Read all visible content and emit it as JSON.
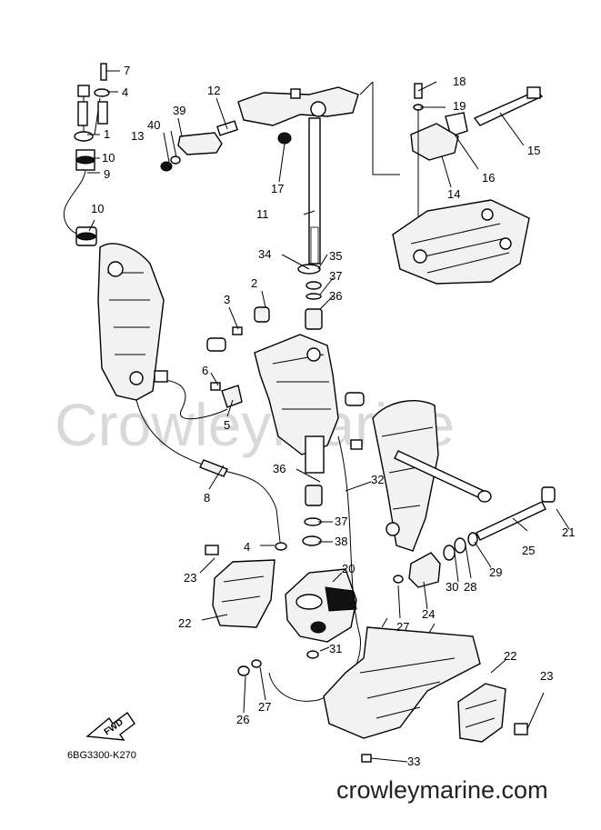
{
  "watermark": "CrowleyMarine",
  "footer_url": "crowleymarine.com",
  "diagram_code": "6BG3300-K270",
  "fwd_label": "FWD",
  "callouts": [
    "1",
    "2",
    "3",
    "4",
    "5",
    "6",
    "7",
    "8",
    "9",
    "10",
    "11",
    "12",
    "13",
    "14",
    "15",
    "16",
    "17",
    "18",
    "19",
    "20",
    "21",
    "22",
    "23",
    "24",
    "25",
    "26",
    "27",
    "28",
    "29",
    "30",
    "31",
    "32",
    "33",
    "34",
    "35",
    "36",
    "37",
    "38",
    "39",
    "40"
  ]
}
